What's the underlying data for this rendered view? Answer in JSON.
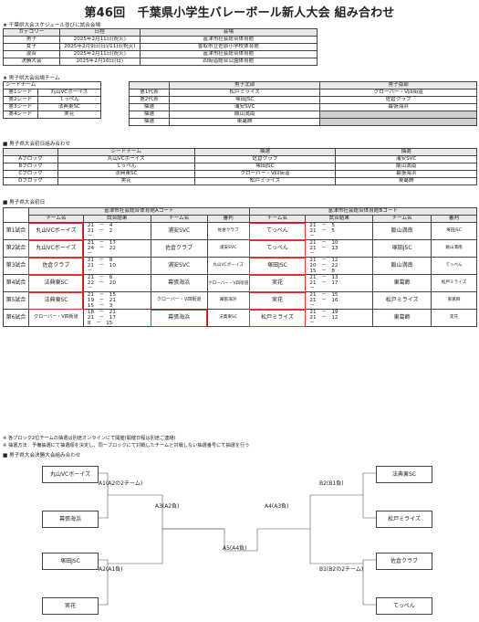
{
  "title": "第46回　千葉県小学生バレーボール新人大会 組み合わせ",
  "schedule": {
    "heading": "★ 千葉県大会スケジュール並びに試合会場",
    "headers": [
      "カテゴリー",
      "日程",
      "会場"
    ],
    "rows": [
      [
        "男子",
        "2025年2月11日(祝火)",
        "富津市社会総合体育館"
      ],
      [
        "女子",
        "2025年2月9日(日)/11日(祝火)",
        "香取市立佐原小学校体育館"
      ],
      [
        "混合",
        "2025年2月11日(祝火)",
        "富津市社会総合体育館"
      ],
      [
        "決勝大会",
        "2025年2月16日(日)",
        "四街道総合公園体育館"
      ]
    ]
  },
  "entrants": {
    "heading": "★ 男子県大会出場チーム",
    "seed_header": "シードチーム",
    "seeds": [
      [
        "第1シード",
        "丸山VCボーイズ"
      ],
      [
        "第2シード",
        "てっぺん"
      ],
      [
        "第3シード",
        "法典東SC"
      ],
      [
        "第4シード",
        "実花"
      ]
    ],
    "region_headers": [
      "",
      "男子北部",
      "男子南部"
    ],
    "regions": [
      [
        "第1代表",
        "松戸ミライズ",
        "クローバー・V四街道"
      ],
      [
        "第2代表",
        "塚田JSC",
        "佐倉クラブ"
      ],
      [
        "抽選",
        "浦安SVC",
        "幕張海浜"
      ],
      [
        "抽選",
        "飯山満南",
        ""
      ],
      [
        "抽選",
        "東葛飾",
        ""
      ]
    ]
  },
  "blocks": {
    "heading": "■ 男子県大会初日組み合わせ",
    "headers": [
      "",
      "シードチーム",
      "抽選",
      "抽選"
    ],
    "rows": [
      [
        "Aブロック",
        "丸山VCボーイズ",
        "佐倉クラブ",
        "浦安SVC"
      ],
      [
        "Bブロック",
        "てっぺん",
        "塚田JSC",
        "飯山満南"
      ],
      [
        "Cブロック",
        "法典東SC",
        "クローバー・V四街道",
        "幕張海浜"
      ],
      [
        "Dブロック",
        "実花",
        "松戸ミライズ",
        "東葛飾"
      ]
    ]
  },
  "day1": {
    "heading": "■ 男子県大会初日",
    "court_a": "富津市社会総合体育館Aコート",
    "court_b": "富津市社会総合体育館Bコート",
    "col_team": "チーム名",
    "col_result": "試合結果",
    "col_ref": "審判",
    "matches": [
      {
        "label": "第1試合",
        "a1": "丸山VCボーイズ",
        "ar": [
          "21　－　4",
          "21　－　2",
          "－"
        ],
        "a2": "浦安SVC",
        "aref": "佐倉クラブ",
        "b1": "てっぺん",
        "br": [
          "21　－　5",
          "21　－　5",
          "－"
        ],
        "b2": "飯山満南",
        "bref": "塚田JSC"
      },
      {
        "label": "第2試合",
        "a1": "丸山VCボーイズ",
        "ar": [
          "21　－　17",
          "24　－　22",
          "－"
        ],
        "a2": "佐倉クラブ",
        "aref": "浦安SVC",
        "b1": "てっぺん",
        "br": [
          "21　－　10",
          "21　－　13",
          "－"
        ],
        "b2": "塚田JSC",
        "bref": "飯山満南"
      },
      {
        "label": "第3試合",
        "a1": "佐倉クラブ",
        "ar": [
          "21　－　8",
          "21　－　10",
          "－"
        ],
        "a2": "浦安SVC",
        "aref": "丸山VCボーイズ",
        "b1": "塚田JSC",
        "br": [
          "21　－　12",
          "20　－　22",
          "15　－　8"
        ],
        "b2": "飯山満南",
        "bref": "てっぺん"
      },
      {
        "label": "第4試合",
        "a1": "法典東SC",
        "ar": [
          "21　－　6",
          "22　－　20",
          "－"
        ],
        "a2": "幕張海浜",
        "aref": "クローバー・V四街道",
        "b1": "実花",
        "br": [
          "21　－　13",
          "21　－　17",
          "－"
        ],
        "b2": "東葛飾",
        "bref": "松戸ミライズ"
      },
      {
        "label": "第5試合",
        "a1": "法典東SC",
        "ar": [
          "21　－　15",
          "19　－　21",
          "15　－　3"
        ],
        "a2": "クローバー・V四街道",
        "aref": "幕張海浜",
        "b1": "実花",
        "br": [
          "21　－　15",
          "21　－　16",
          "－"
        ],
        "b2": "松戸ミライズ",
        "bref": "東葛飾"
      },
      {
        "label": "第6試合",
        "a1": "クローバー・V四街道",
        "ar": [
          "18　－　21",
          "21　－　17",
          "8　－　15"
        ],
        "a2": "幕張海浜",
        "aref": "法典東SC",
        "b1": "松戸ミライズ",
        "br": [
          "21　－　19",
          "21　－　12",
          "－"
        ],
        "b2": "東葛飾",
        "bref": "実花"
      }
    ],
    "notes": [
      "※ 各ブロック2位チームの抽選は別途オンラインにて開催(開催日程は別途ご連絡)",
      "※ 抽選方法：予備抽選にて抽選順を決定し、同一ブロックにて対戦したチームと対戦しない抽選番号にて抽選を行う"
    ]
  },
  "final": {
    "heading": "■ 男子県大会決勝大会組み合わせ",
    "left_teams": [
      "丸山VCボーイズ",
      "幕張海浜",
      "塚田JSC",
      "実花"
    ],
    "right_teams": [
      "法典東SC",
      "松戸ミライズ",
      "佐倉クラブ",
      "てっぺん"
    ],
    "labels": {
      "a1": "A1(A2の2チーム)",
      "a2": "A2(A1負)",
      "a3": "A3(A2負)",
      "a4": "A4(A3負)",
      "a5": "A5(A4負)",
      "b1": "B1(B2の2チーム)",
      "b2": "B2(B1負)"
    }
  }
}
